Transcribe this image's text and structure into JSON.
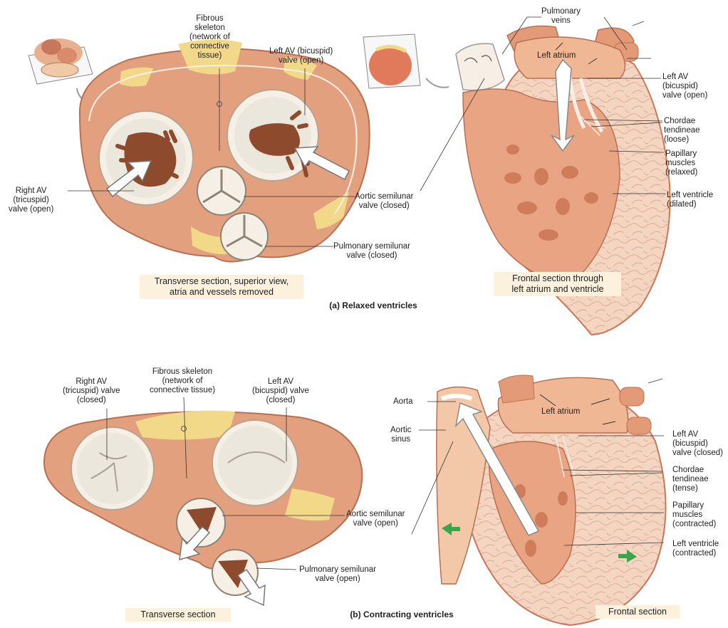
{
  "panel_a": {
    "caption": "(a) Relaxed ventricles",
    "left": {
      "caption": "Transverse section, superior view,\natria and vessels removed",
      "labels": {
        "fibrous_skeleton": "Fibrous\nskeleton\n(network of\nconnective\ntissue)",
        "left_av": "Left AV (bicuspid)\nvalve (open)",
        "right_av": "Right AV\n(tricuspid)\nvalve (open)",
        "aortic": "Aortic semilunar\nvalve (closed)",
        "pulmonary": "Pulmonary semilunar\nvalve (closed)"
      }
    },
    "right": {
      "caption": "Frontal section through\nleft atrium and ventricle",
      "labels": {
        "pulmonary_veins": "Pulmonary\nveins",
        "left_atrium": "Left atrium",
        "left_av": "Left AV\n(bicuspid)\nvalve (open)",
        "chordae": "Chordae\ntendineae\n(loose)",
        "papillary": "Papillary\nmuscles\n(relaxed)",
        "left_ventricle": "Left ventricle\n(dilated)"
      }
    }
  },
  "panel_b": {
    "caption": "(b) Contracting ventricles",
    "left": {
      "caption": "Transverse section",
      "labels": {
        "right_av": "Right AV\n(tricuspid) valve\n(closed)",
        "fibrous_skeleton": "Fibrous skeleton\n(network of\nconnective tissue)",
        "left_av": "Left AV\n(bicuspid) valve\n(closed)",
        "aortic": "Aortic semilunar\nvalve (open)",
        "pulmonary": "Pulmonary semilunar\nvalve (open)"
      }
    },
    "right": {
      "caption": "Frontal section",
      "labels": {
        "aorta": "Aorta",
        "aortic_sinus": "Aortic\nsinus",
        "left_atrium": "Left atrium",
        "left_av": "Left AV\n(bicuspid)\nvalve (closed)",
        "chordae": "Chordae\ntendineae\n(tense)",
        "papillary": "Papillary\nmuscles\n(contracted)",
        "left_ventricle": "Left ventricle\n(contracted)"
      }
    }
  },
  "colors": {
    "myocardium": "#e3a07e",
    "wall_dark": "#c9775a",
    "fat": "#f2d98a",
    "valve": "#ece7dd",
    "cusp_shadow": "#8d4a2c",
    "annulus": "#f6efe6",
    "green_arrow": "#3aa64a"
  }
}
